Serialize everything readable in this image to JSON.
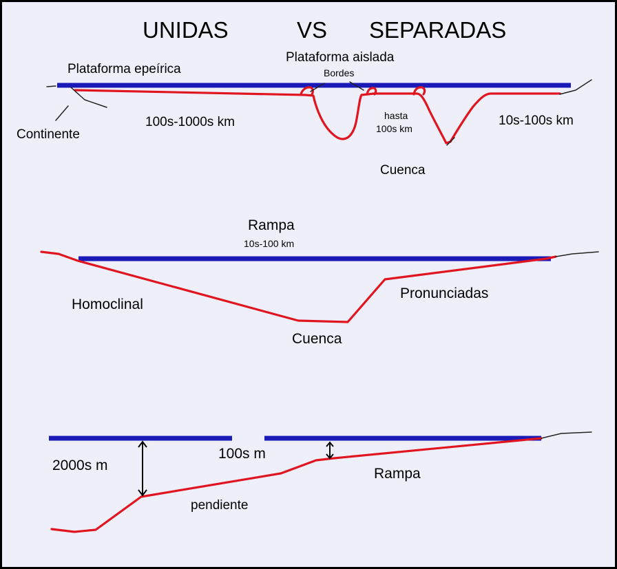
{
  "title": {
    "left": "UNIDAS",
    "mid": "VS",
    "right": "SEPARADAS"
  },
  "section1": {
    "epeiric_label": "Plataforma epeírica",
    "isolated_label": "Plataforma aislada",
    "edges_label": "Bordes",
    "continent_label": "Continente",
    "width_epeiric": "100s-1000s km",
    "width_isolated_1": "hasta",
    "width_isolated_2": "100s km",
    "width_right": "10s-100s km",
    "basin_label": "Cuenca"
  },
  "section2": {
    "ramp_label": "Rampa",
    "ramp_width": "10s-100 km",
    "homoclinal_label": "Homoclinal",
    "steep_label": "Pronunciadas",
    "basin_label": "Cuenca"
  },
  "section3": {
    "depth_deep": "2000s m",
    "depth_shallow": "100s m",
    "ramp_label": "Rampa",
    "slope_label": "pendiente"
  },
  "colors": {
    "platform": "#1a1ab8",
    "profile": "#e0151f",
    "background": "#eeeff8"
  }
}
